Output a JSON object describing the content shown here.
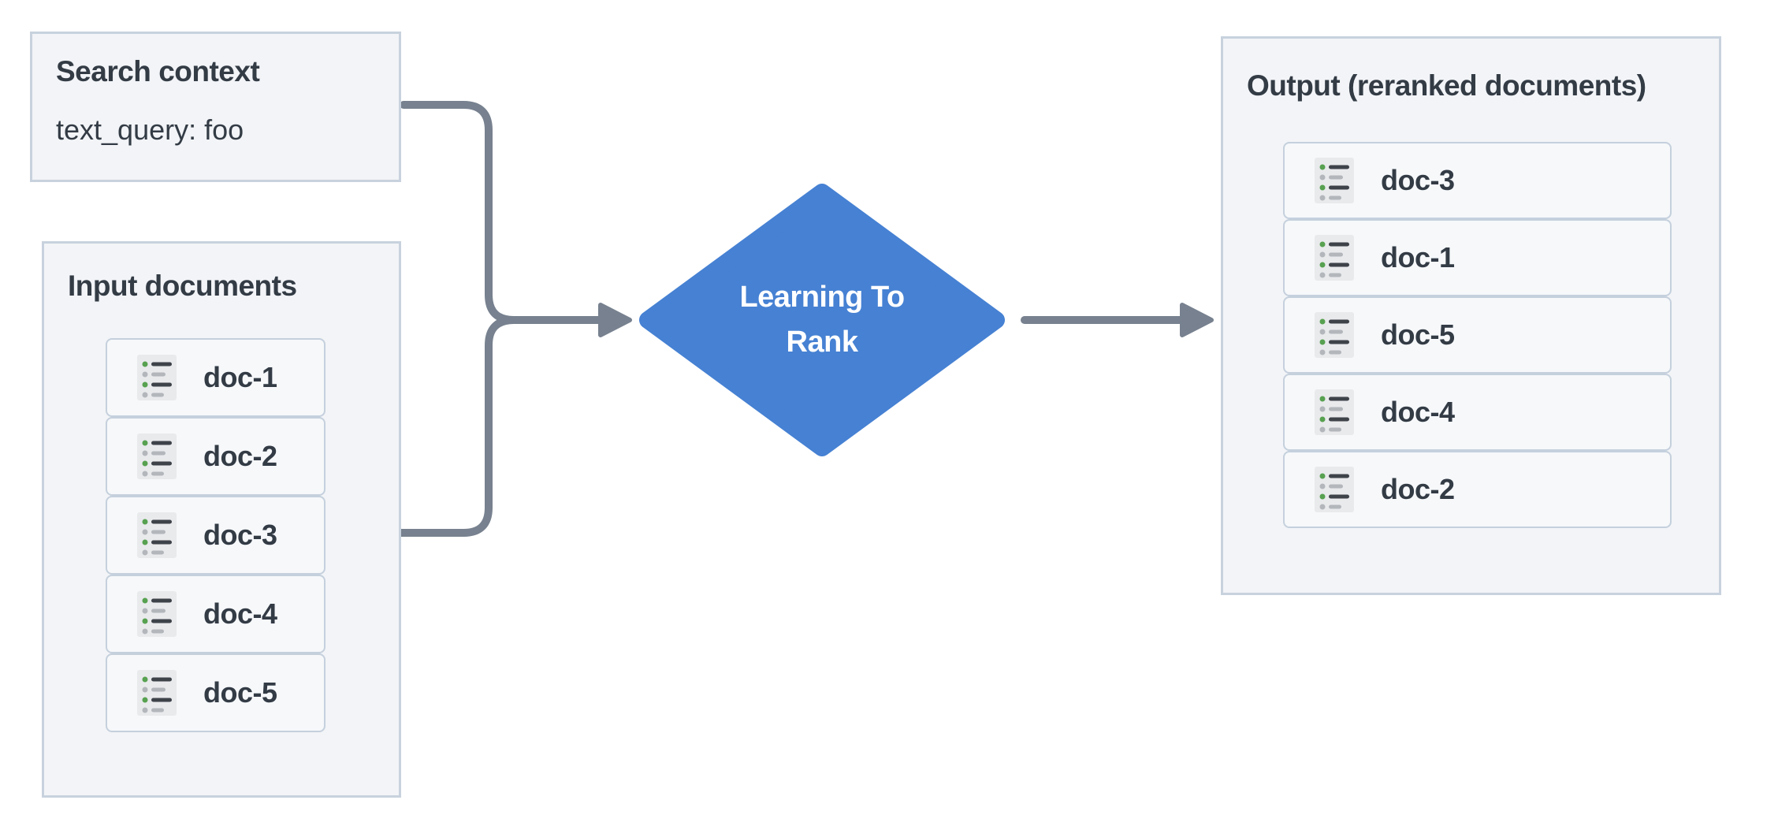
{
  "nodes": {
    "search_context": {
      "title": "Search context",
      "query_line": "text_query: foo"
    },
    "input_documents": {
      "title": "Input documents",
      "docs": [
        "doc-1",
        "doc-2",
        "doc-3",
        "doc-4",
        "doc-5"
      ]
    },
    "ltr_node": {
      "line1": "Learning To",
      "line2": "Rank"
    },
    "output": {
      "title": "Output (reranked documents)",
      "docs": [
        "doc-3",
        "doc-1",
        "doc-5",
        "doc-4",
        "doc-2"
      ]
    }
  },
  "icons": {
    "doc_icon": "list-icon",
    "arrow_icon": "arrow-right-icon"
  },
  "colors": {
    "accent_blue": "#4681d3",
    "connector_gray": "#77818f",
    "panel_bg": "#f2f4f7",
    "panel_border": "#c8d2de",
    "item_border": "#c5d0dd",
    "item_bg": "#f6f8fa",
    "icon_bg": "#e9eaec",
    "icon_green": "#57a150",
    "icon_gray": "#b3b7bc",
    "icon_dark": "#3e434a",
    "text_dark": "#333b45"
  }
}
